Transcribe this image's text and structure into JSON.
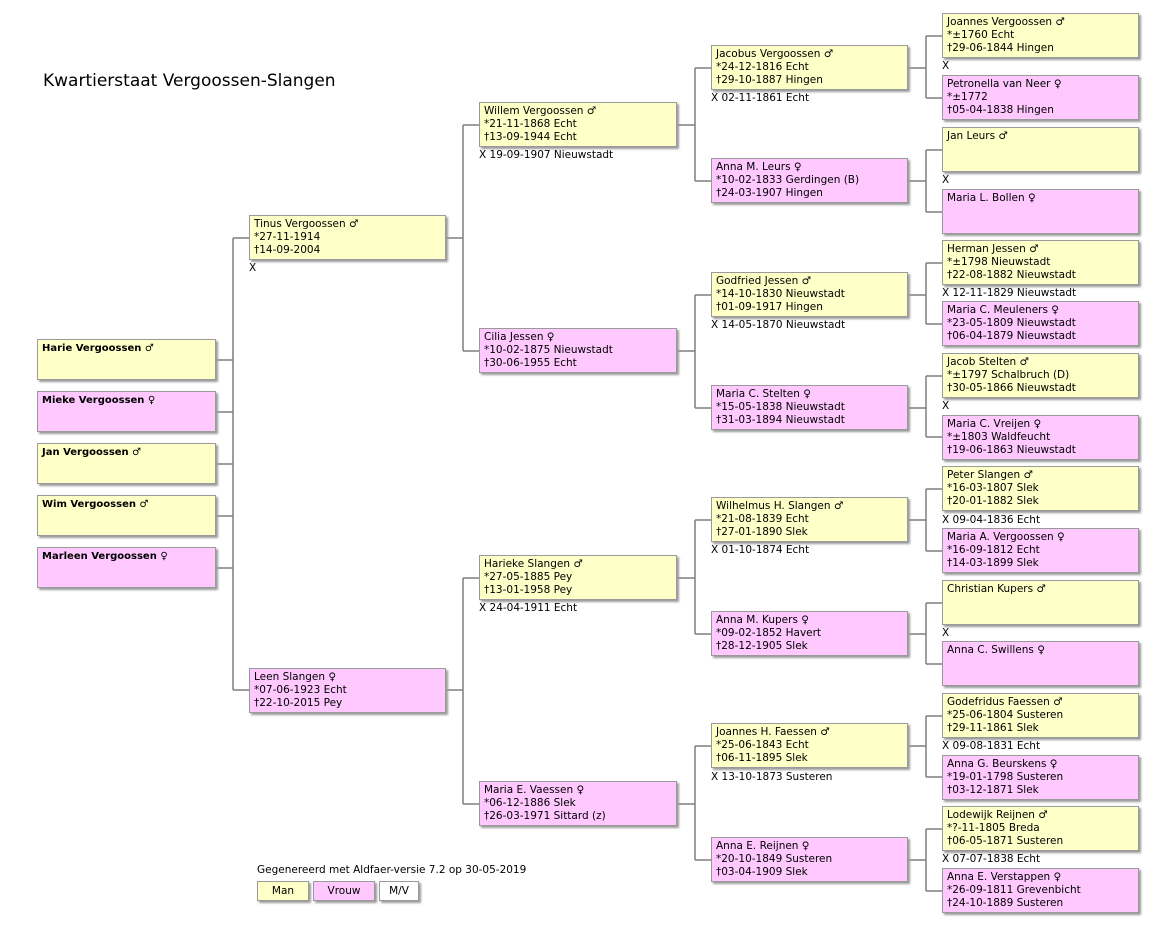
{
  "title": "Kwartierstaat Vergoossen-Slangen",
  "children": [
    {
      "name": "Harie Vergoossen ♂",
      "sex": "m"
    },
    {
      "name": "Mieke Vergoossen ♀",
      "sex": "f"
    },
    {
      "name": "Jan Vergoossen ♂",
      "sex": "m"
    },
    {
      "name": "Wim Vergoossen ♂",
      "sex": "m"
    },
    {
      "name": "Marleen Vergoossen ♀",
      "sex": "f"
    }
  ],
  "persons": {
    "g1_father": {
      "name": "Tinus Vergoossen ♂",
      "born": "*27-11-1914",
      "died": "†14-09-2004",
      "sex": "m"
    },
    "g1_mother": {
      "name": "Leen Slangen ♀",
      "born": "*07-06-1923 Echt",
      "died": "†22-10-2015 Pey",
      "sex": "f"
    },
    "g2_1": {
      "name": "Willem Vergoossen ♂",
      "born": "*21-11-1868 Echt",
      "died": "†13-09-1944 Echt",
      "sex": "m"
    },
    "g2_2": {
      "name": "Cilia Jessen ♀",
      "born": "*10-02-1875 Nieuwstadt",
      "died": "†30-06-1955 Echt",
      "sex": "f"
    },
    "g2_3": {
      "name": "Harieke Slangen ♂",
      "born": "*27-05-1885 Pey",
      "died": "†13-01-1958 Pey",
      "sex": "m"
    },
    "g2_4": {
      "name": "Maria E. Vaessen ♀",
      "born": "*06-12-1886 Slek",
      "died": "†26-03-1971 Sittard (z)",
      "sex": "f"
    },
    "g3_1": {
      "name": "Jacobus Vergoossen ♂",
      "born": "*24-12-1816 Echt",
      "died": "†29-10-1887 Hingen",
      "sex": "m"
    },
    "g3_2": {
      "name": "Anna M. Leurs ♀",
      "born": "*10-02-1833 Gerdingen (B)",
      "died": "†24-03-1907 Hingen",
      "sex": "f"
    },
    "g3_3": {
      "name": "Godfried Jessen ♂",
      "born": "*14-10-1830 Nieuwstadt",
      "died": "†01-09-1917 Hingen",
      "sex": "m"
    },
    "g3_4": {
      "name": "Maria C. Stelten ♀",
      "born": "*15-05-1838 Nieuwstadt",
      "died": "†31-03-1894 Nieuwstadt",
      "sex": "f"
    },
    "g3_5": {
      "name": "Wilhelmus H. Slangen ♂",
      "born": "*21-08-1839 Echt",
      "died": "†27-01-1890 Slek",
      "sex": "m"
    },
    "g3_6": {
      "name": "Anna M. Kupers ♀",
      "born": "*09-02-1852 Havert",
      "died": "†28-12-1905 Slek",
      "sex": "f"
    },
    "g3_7": {
      "name": "Joannes H. Faessen ♂",
      "born": "*25-06-1843 Echt",
      "died": "†06-11-1895 Slek",
      "sex": "m"
    },
    "g3_8": {
      "name": "Anna E. Reijnen ♀",
      "born": "*20-10-1849 Susteren",
      "died": "†03-04-1909 Slek",
      "sex": "f"
    },
    "g4_1": {
      "name": "Joannes Vergoossen ♂",
      "born": "*±1760 Echt",
      "died": "†29-06-1844 Hingen",
      "sex": "m"
    },
    "g4_2": {
      "name": "Petronella van Neer ♀",
      "born": "*±1772",
      "died": "†05-04-1838 Hingen",
      "sex": "f"
    },
    "g4_3": {
      "name": "Jan Leurs ♂",
      "born": "",
      "died": "",
      "sex": "m"
    },
    "g4_4": {
      "name": "Maria L. Bollen ♀",
      "born": "",
      "died": "",
      "sex": "f"
    },
    "g4_5": {
      "name": "Herman Jessen ♂",
      "born": "*±1798 Nieuwstadt",
      "died": "†22-08-1882 Nieuwstadt",
      "sex": "m"
    },
    "g4_6": {
      "name": "Maria C. Meuleners ♀",
      "born": "*23-05-1809 Nieuwstadt",
      "died": "†06-04-1879 Nieuwstadt",
      "sex": "f"
    },
    "g4_7": {
      "name": "Jacob Stelten ♂",
      "born": "*±1797 Schalbruch (D)",
      "died": "†30-05-1866 Nieuwstadt",
      "sex": "m"
    },
    "g4_8": {
      "name": "Maria C. Vreijen ♀",
      "born": "*±1803 Waldfeucht",
      "died": "†19-06-1863 Nieuwstadt",
      "sex": "f"
    },
    "g4_9": {
      "name": "Peter Slangen ♂",
      "born": "*16-03-1807 Slek",
      "died": "†20-01-1882 Slek",
      "sex": "m"
    },
    "g4_10": {
      "name": "Maria A. Vergoossen ♀",
      "born": "*16-09-1812 Echt",
      "died": "†14-03-1899 Slek",
      "sex": "f"
    },
    "g4_11": {
      "name": "Christian Kupers ♂",
      "born": "",
      "died": "",
      "sex": "m"
    },
    "g4_12": {
      "name": "Anna C. Swillens ♀",
      "born": "",
      "died": "",
      "sex": "f"
    },
    "g4_13": {
      "name": "Godefridus Faessen ♂",
      "born": "*25-06-1804 Susteren",
      "died": "†29-11-1861 Slek",
      "sex": "m"
    },
    "g4_14": {
      "name": "Anna G. Beurskens ♀",
      "born": "*19-01-1798 Susteren",
      "died": "†03-12-1871 Slek",
      "sex": "f"
    },
    "g4_15": {
      "name": "Lodewijk Reijnen ♂",
      "born": "*?-11-1805 Breda",
      "died": "†06-05-1871 Susteren",
      "sex": "m"
    },
    "g4_16": {
      "name": "Anna E. Verstappen ♀",
      "born": "*26-09-1811 Grevenbicht",
      "died": "†24-10-1889 Susteren",
      "sex": "f"
    }
  },
  "marriages": {
    "g1": "X",
    "g2_a": "X 19-09-1907 Nieuwstadt",
    "g2_b": "X 24-04-1911 Echt",
    "g3_a": "X 02-11-1861 Echt",
    "g3_b": "X 14-05-1870 Nieuwstadt",
    "g3_c": "X 01-10-1874 Echt",
    "g3_d": "X 13-10-1873 Susteren",
    "g4_a": "X",
    "g4_b": "X",
    "g4_c": "X 12-11-1829 Nieuwstadt",
    "g4_d": "X",
    "g4_e": "X 09-04-1836 Echt",
    "g4_f": "X",
    "g4_g": "X 09-08-1831 Echt",
    "g4_h": "X 07-07-1838 Echt"
  },
  "footer": "Gegenereerd met Aldfaer-versie 7.2 op 30-05-2019",
  "legend": {
    "man": "Man",
    "vrouw": "Vrouw",
    "mv": "M/V"
  },
  "colors": {
    "man": "#ffffc8",
    "vrouw": "#ffc8ff",
    "mv": "#ffffff",
    "line": "#7f7f7f"
  }
}
